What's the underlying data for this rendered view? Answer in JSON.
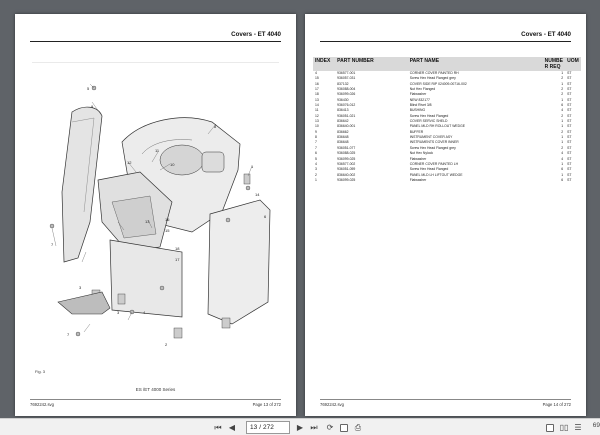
{
  "left_page": {
    "header": "Covers - ET 4040",
    "figure_label": "Fig. 3",
    "caption": "ES /ET 4000 Series",
    "footer_left": "7692242.svg",
    "footer_right": "Page 13 of 272",
    "callouts": [
      "5",
      "9",
      "8",
      "7",
      "11",
      "10",
      "12",
      "13",
      "1",
      "16",
      "15",
      "18",
      "17",
      "14",
      "6",
      "3",
      "7",
      "4",
      "2",
      "3"
    ]
  },
  "right_page": {
    "header": "Covers - ET 4040",
    "footer_left": "7692242.svg",
    "footer_right": "Page 14 of 272",
    "table": {
      "headers": {
        "index": "INDEX",
        "part_number": "PART NUMBER",
        "part_name": "PART NAME",
        "number": "NUMBE R REQ",
        "uom": "UOM"
      },
      "rows": [
        {
          "index": "4",
          "pn": "936577-001",
          "name": "CORNER COVER PAINTED RH",
          "num": "1",
          "uom": "ST"
        },
        {
          "index": "15",
          "pn": "936057-031",
          "name": "Screw Hex Head Flanged grey",
          "num": "2",
          "uom": "ST"
        },
        {
          "index": "16",
          "pn": "837132",
          "name": "COVER SIDE RIP 024009-00716-002",
          "num": "1",
          "uom": "ST"
        },
        {
          "index": "17",
          "pn": "936088-004",
          "name": "Nut Hex Flanged",
          "num": "2",
          "uom": "ST"
        },
        {
          "index": "18",
          "pn": "936099-026",
          "name": "Flatwasher",
          "num": "2",
          "uom": "ST"
        },
        {
          "index": "13",
          "pn": "936430",
          "name": "NEW 832177",
          "num": "1",
          "uom": "ST"
        },
        {
          "index": "14",
          "pn": "936076-012",
          "name": "Blind Rivet 3/8",
          "num": "6",
          "uom": "ST"
        },
        {
          "index": "11",
          "pn": "836413",
          "name": "BUSHING",
          "num": "4",
          "uom": "ST"
        },
        {
          "index": "12",
          "pn": "936051-021",
          "name": "Screw Hex Head Flanged",
          "num": "2",
          "uom": "ST"
        },
        {
          "index": "13",
          "pn": "836642",
          "name": "COVER SERVIC SHELD",
          "num": "1",
          "uom": "ST"
        },
        {
          "index": "10",
          "pn": "836640-001",
          "name": "PANEL MLD RH ROLLOUT WEDGE",
          "num": "1",
          "uom": "ST"
        },
        {
          "index": "9",
          "pn": "836662",
          "name": "BUFFER",
          "num": "2",
          "uom": "ST"
        },
        {
          "index": "8",
          "pn": "836648",
          "name": "INSTRUMENT COVER ASY",
          "num": "1",
          "uom": "ST"
        },
        {
          "index": "7",
          "pn": "836648",
          "name": "INSTRUMENTS COVER INNER",
          "num": "1",
          "uom": "ST"
        },
        {
          "index": "7",
          "pn": "936051-077",
          "name": "Screw Hex Head Flanged grey",
          "num": "2",
          "uom": "ST"
        },
        {
          "index": "6",
          "pn": "936088-025",
          "name": "Nut Hex Nylock",
          "num": "4",
          "uom": "ST"
        },
        {
          "index": "5",
          "pn": "936099-025",
          "name": "Flatwasher",
          "num": "4",
          "uom": "ST"
        },
        {
          "index": "4",
          "pn": "936577-002",
          "name": "CORNER COVER PAINTED LH",
          "num": "1",
          "uom": "ST"
        },
        {
          "index": "3",
          "pn": "936051-059",
          "name": "Screw Hex Head Flanged",
          "num": "6",
          "uom": "ST"
        },
        {
          "index": "2",
          "pn": "836640-002",
          "name": "PANEL MLD LH LIFTOUT WEDGE",
          "num": "1",
          "uom": "ST"
        },
        {
          "index": "1",
          "pn": "936099-025",
          "name": "Flatwasher",
          "num": "6",
          "uom": "ST"
        }
      ]
    }
  },
  "toolbar": {
    "current_page": "13",
    "total_pages": "272",
    "zoom": "69"
  }
}
